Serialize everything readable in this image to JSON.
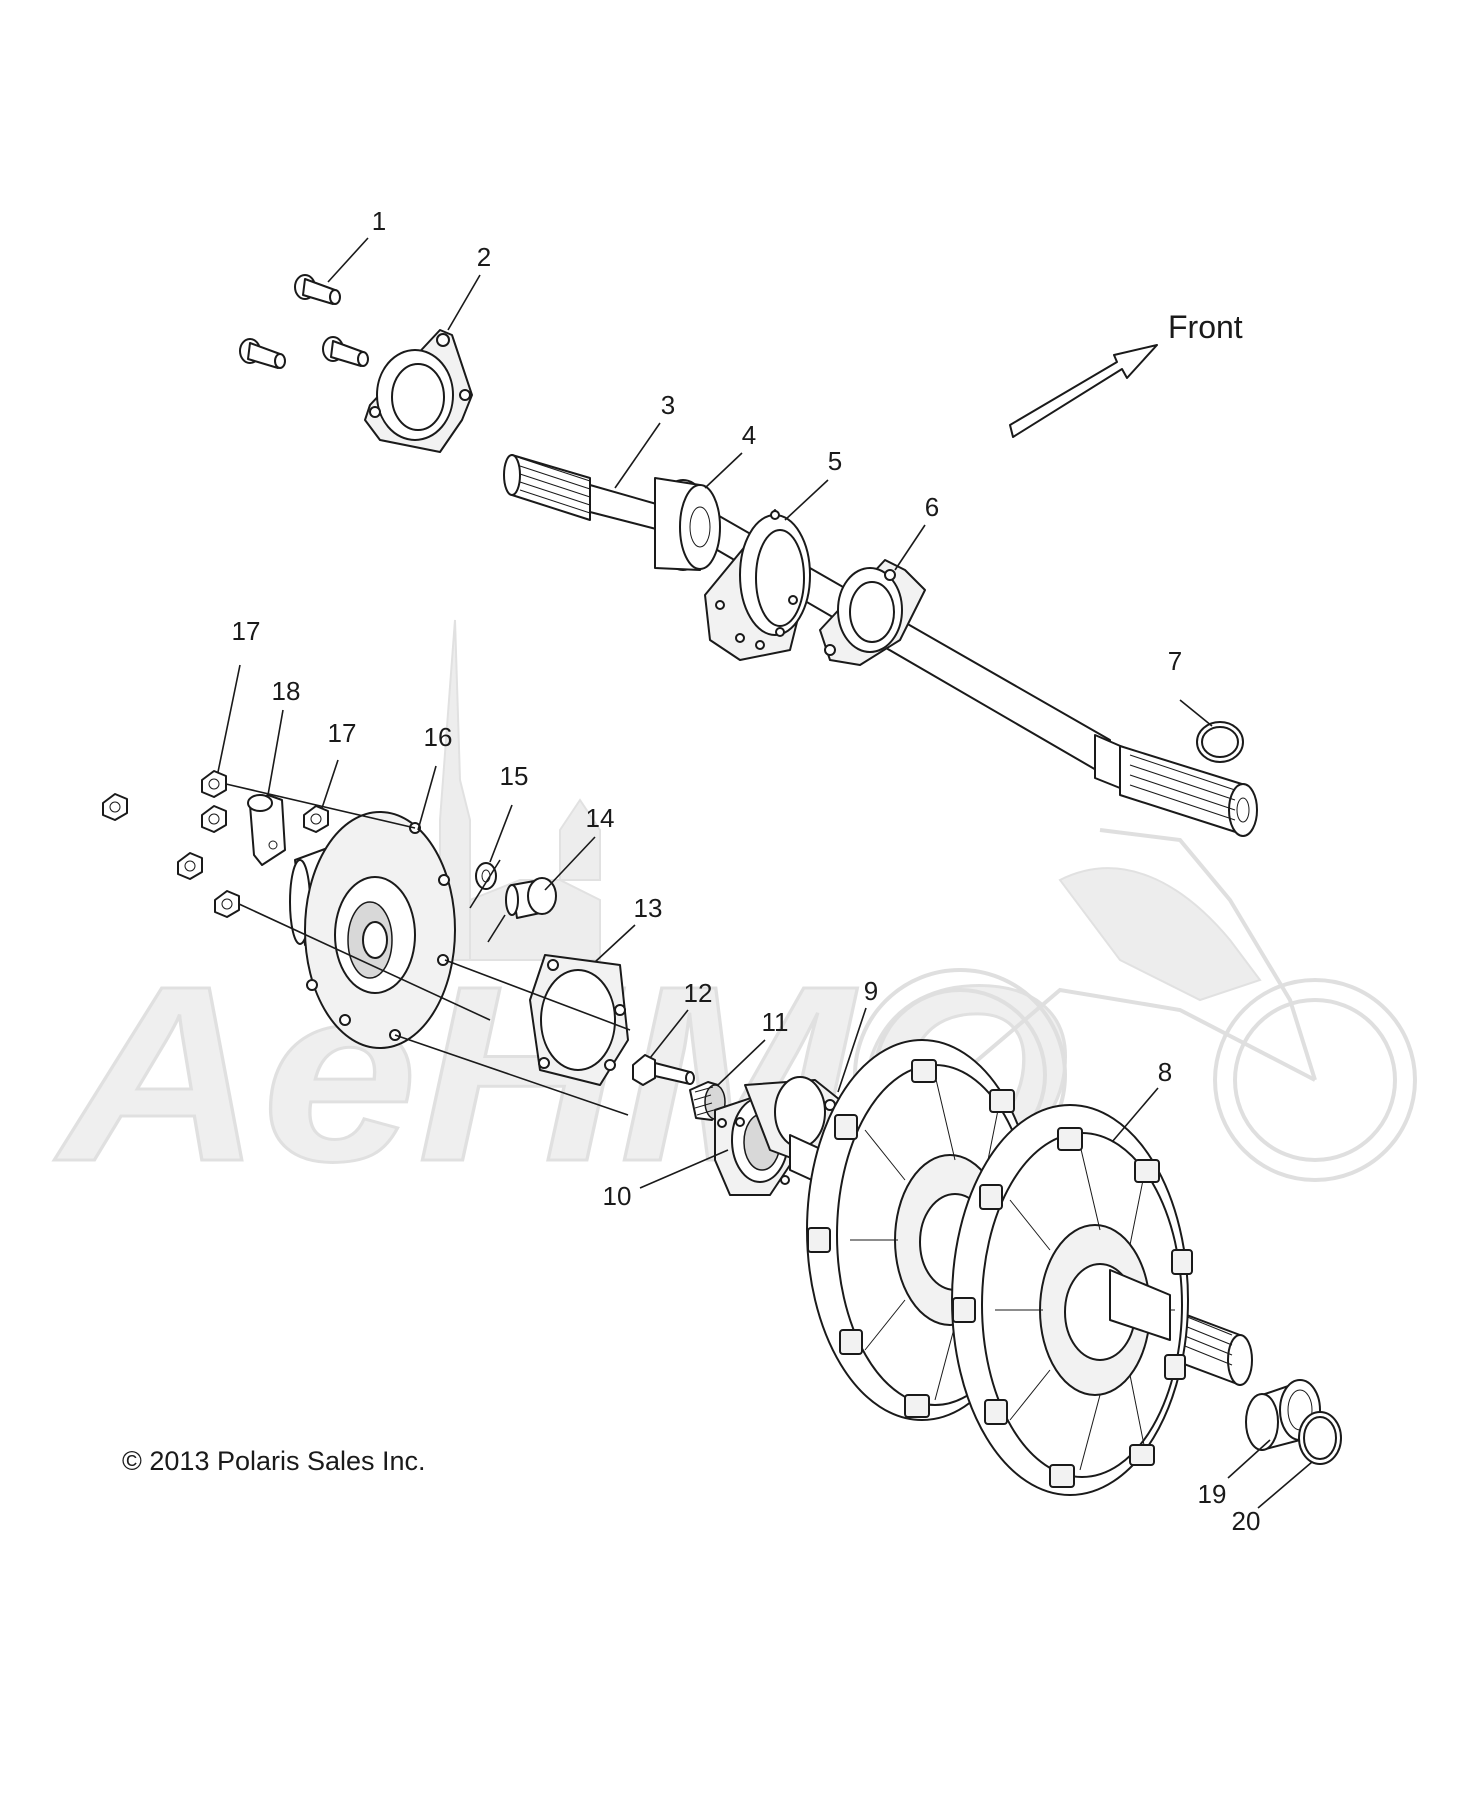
{
  "front_label": "Front",
  "copyright": "© 2013 Polaris Sales Inc.",
  "watermark_text": "AeHMO",
  "callouts": [
    "1",
    "2",
    "3",
    "4",
    "5",
    "6",
    "7",
    "8",
    "9",
    "10",
    "11",
    "12",
    "13",
    "14",
    "15",
    "16",
    "17",
    "17",
    "18",
    "19",
    "20"
  ],
  "colors": {
    "line": "#1a1a1a",
    "watermark": "#e6e6e6",
    "background": "#ffffff"
  }
}
